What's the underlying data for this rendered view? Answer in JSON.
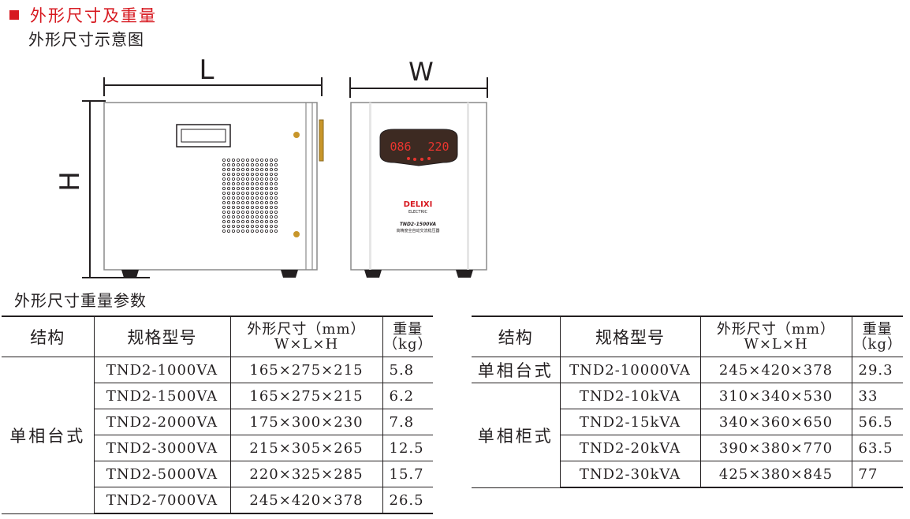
{
  "section": {
    "marker_icon": "red-square-icon",
    "title": "外形尺寸及重量",
    "color": "#d71920"
  },
  "diagram": {
    "title": "外形尺寸示意图",
    "label_length": "L",
    "label_width": "W",
    "label_height": "H",
    "display_left": "086",
    "display_right": "220",
    "brand": "DELIXI",
    "brand_sub": "ELECTRIC",
    "model": "TND2-1500VA",
    "product_name": "高精度全自动交流稳压器",
    "display_color": "#e8352f",
    "brand_color": "#d71920",
    "knob_color": "#c8962a"
  },
  "params": {
    "title": "外形尺寸重量参数",
    "headers": {
      "structure": "结构",
      "model": "规格型号",
      "dims_line1": "外形尺寸（mm）",
      "dims_line2": "W×L×H",
      "weight_line1": "重量",
      "weight_line2": "（kg）"
    },
    "left_table": {
      "structure": "单相台式",
      "rows": [
        {
          "model": "TND2-1000VA",
          "dims": "165×275×215",
          "weight": "5.8"
        },
        {
          "model": "TND2-1500VA",
          "dims": "165×275×215",
          "weight": "6.2"
        },
        {
          "model": "TND2-2000VA",
          "dims": "175×300×230",
          "weight": "7.8"
        },
        {
          "model": "TND2-3000VA",
          "dims": "215×305×265",
          "weight": "12.5"
        },
        {
          "model": "TND2-5000VA",
          "dims": "220×325×285",
          "weight": "15.7"
        },
        {
          "model": "TND2-7000VA",
          "dims": "245×420×378",
          "weight": "26.5"
        }
      ]
    },
    "right_table": {
      "groups": [
        {
          "structure": "单相台式",
          "rows": [
            {
              "model": "TND2-10000VA",
              "dims": "245×420×378",
              "weight": "29.3"
            }
          ]
        },
        {
          "structure": "单相柜式",
          "rows": [
            {
              "model": "TND2-10kVA",
              "dims": "310×340×530",
              "weight": "33"
            },
            {
              "model": "TND2-15kVA",
              "dims": "340×360×650",
              "weight": "56.5"
            },
            {
              "model": "TND2-20kVA",
              "dims": "390×380×770",
              "weight": "63.5"
            },
            {
              "model": "TND2-30kVA",
              "dims": "425×380×845",
              "weight": "77"
            }
          ]
        }
      ]
    }
  }
}
